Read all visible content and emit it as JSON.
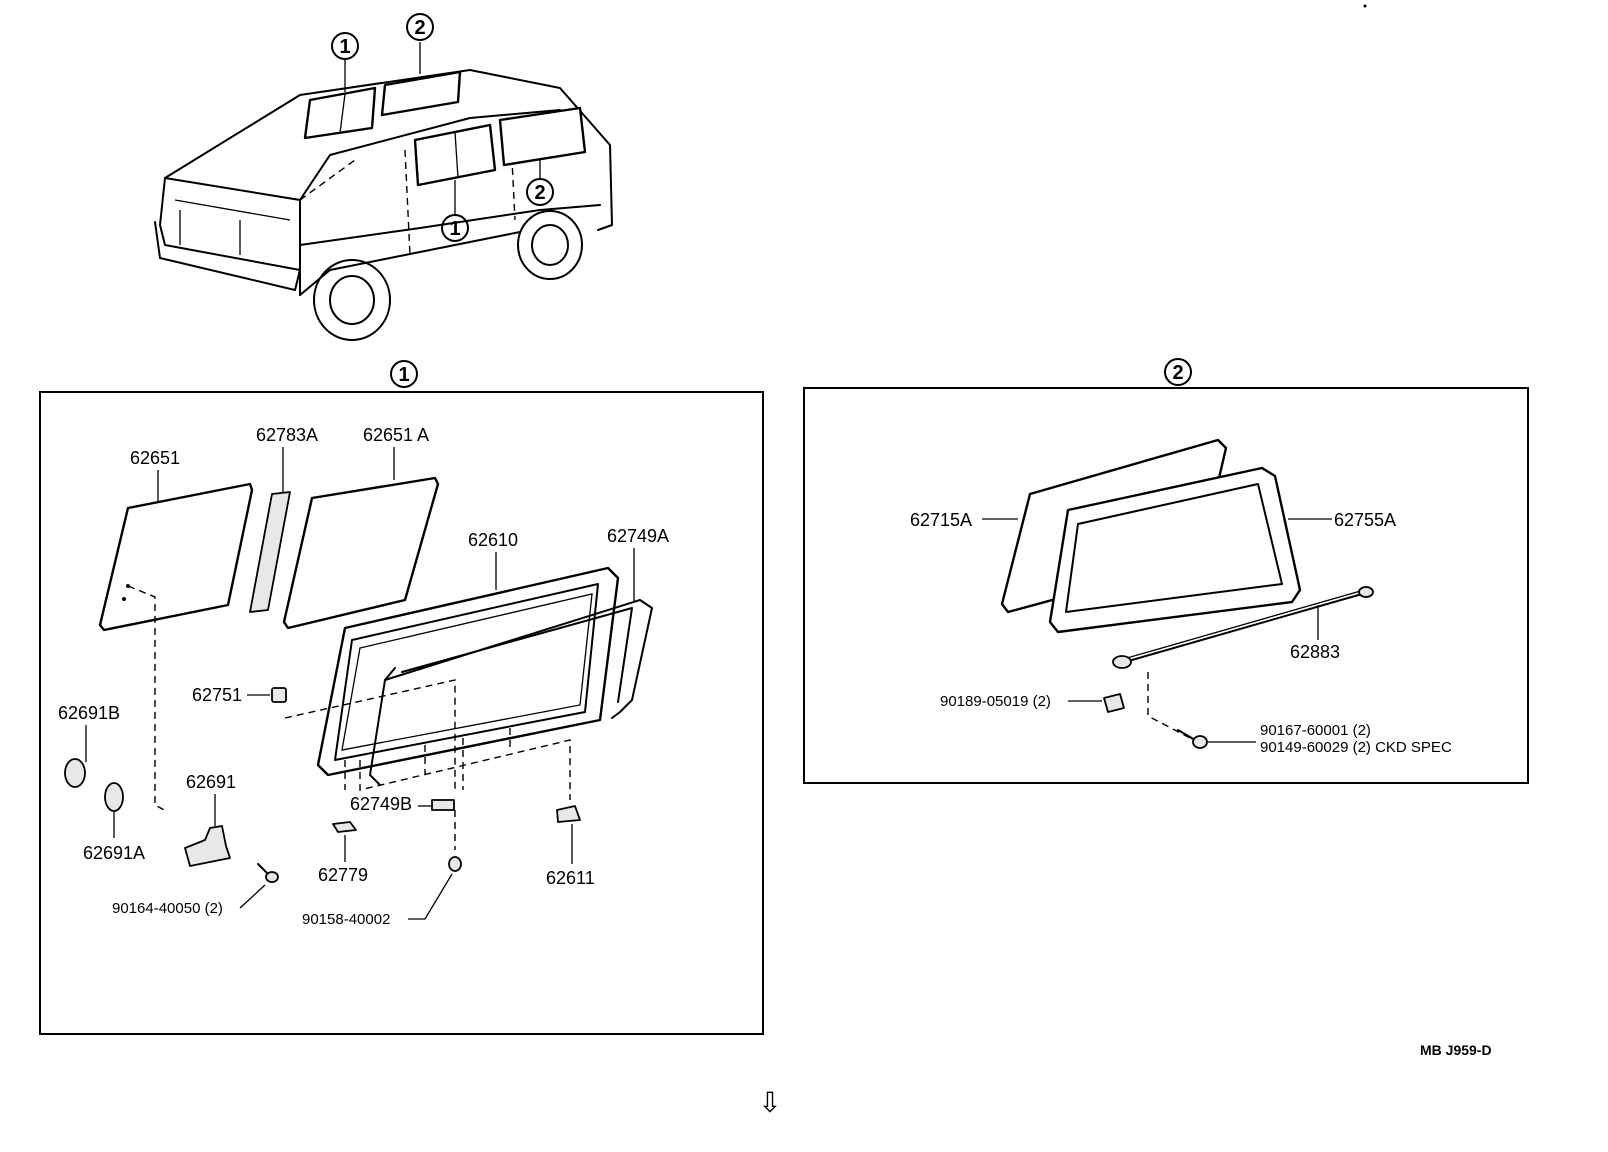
{
  "callouts": {
    "one": "1",
    "two": "2"
  },
  "section1": {
    "parts": {
      "p62651": "62651",
      "p62783A": "62783A",
      "p62651A": "62651 A",
      "p62610": "62610",
      "p62749A": "62749A",
      "p62751": "62751",
      "p62691B": "62691B",
      "p62691": "62691",
      "p62691A": "62691A",
      "p62749B": "62749B",
      "p62779": "62779",
      "p62611": "62611",
      "p90164": "90164-40050 (2)",
      "p90158": "90158-40002"
    }
  },
  "section2": {
    "parts": {
      "p62715A": "62715A",
      "p62755A": "62755A",
      "p62883": "62883",
      "p90189": "90189-05019 (2)",
      "p90167": "90167-60001 (2)",
      "p90149": "90149-60029 (2) CKD  SPEC"
    }
  },
  "footer": {
    "code": "MB  J959-D",
    "next_arrow": "⇩"
  }
}
